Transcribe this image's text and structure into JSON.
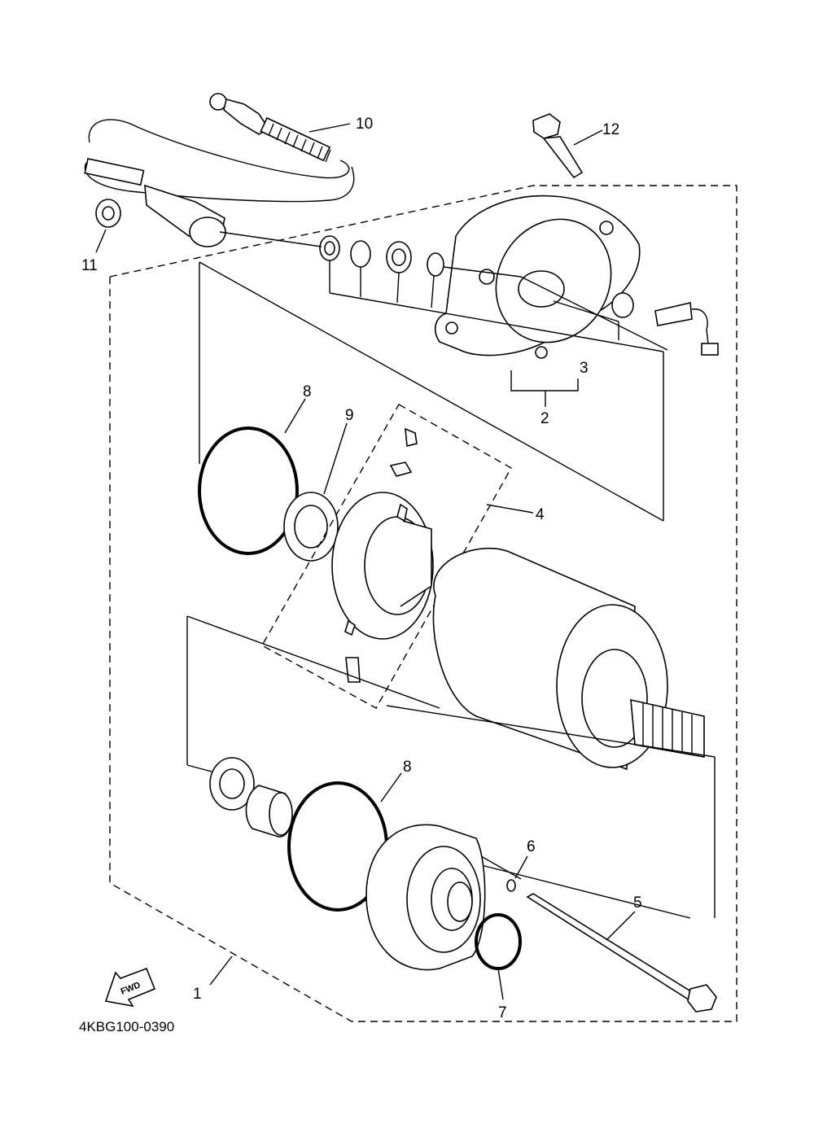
{
  "diagram_code": "4KBG100-0390",
  "fwd_label": "FWD",
  "callouts": {
    "c1": "1",
    "c2": "2",
    "c3": "3",
    "c4": "4",
    "c5": "5",
    "c6": "6",
    "c7": "7",
    "c8a": "8",
    "c8b": "8",
    "c9": "9",
    "c10": "10",
    "c11": "11",
    "c12": "12"
  }
}
